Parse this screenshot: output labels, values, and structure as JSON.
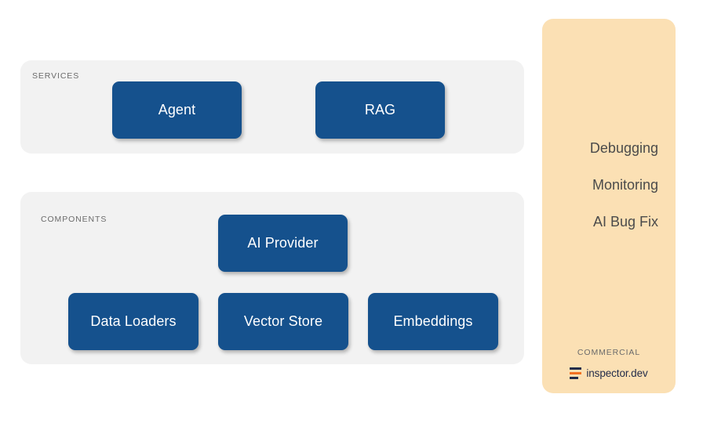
{
  "diagram": {
    "groups": [
      {
        "id": "services",
        "label": "SERVICES",
        "nodes": [
          {
            "id": "agent",
            "label": "Agent"
          },
          {
            "id": "rag",
            "label": "RAG"
          }
        ]
      },
      {
        "id": "components",
        "label": "COMPONENTS",
        "nodes": [
          {
            "id": "ai-provider",
            "label": "AI Provider"
          },
          {
            "id": "data-loaders",
            "label": "Data Loaders"
          },
          {
            "id": "vector-store",
            "label": "Vector Store"
          },
          {
            "id": "embeddings",
            "label": "Embeddings"
          }
        ]
      }
    ]
  },
  "sidebar": {
    "features": [
      {
        "label": "Debugging"
      },
      {
        "label": "Monitoring"
      },
      {
        "label": "AI Bug Fix"
      }
    ],
    "footer_label": "COMMERCIAL",
    "brand": {
      "name": "inspector.dev",
      "mark": "inspector-logo-icon"
    }
  },
  "colors": {
    "node_blue": "#15518d",
    "panel_grey": "#f2f2f2",
    "sidebar_peach": "#fbe0b4",
    "brand_navy": "#222c4a",
    "brand_orange": "#f37121",
    "label_grey": "#6b6b6b",
    "feature_text": "#4b4b4b",
    "canvas": "#ffffff"
  }
}
